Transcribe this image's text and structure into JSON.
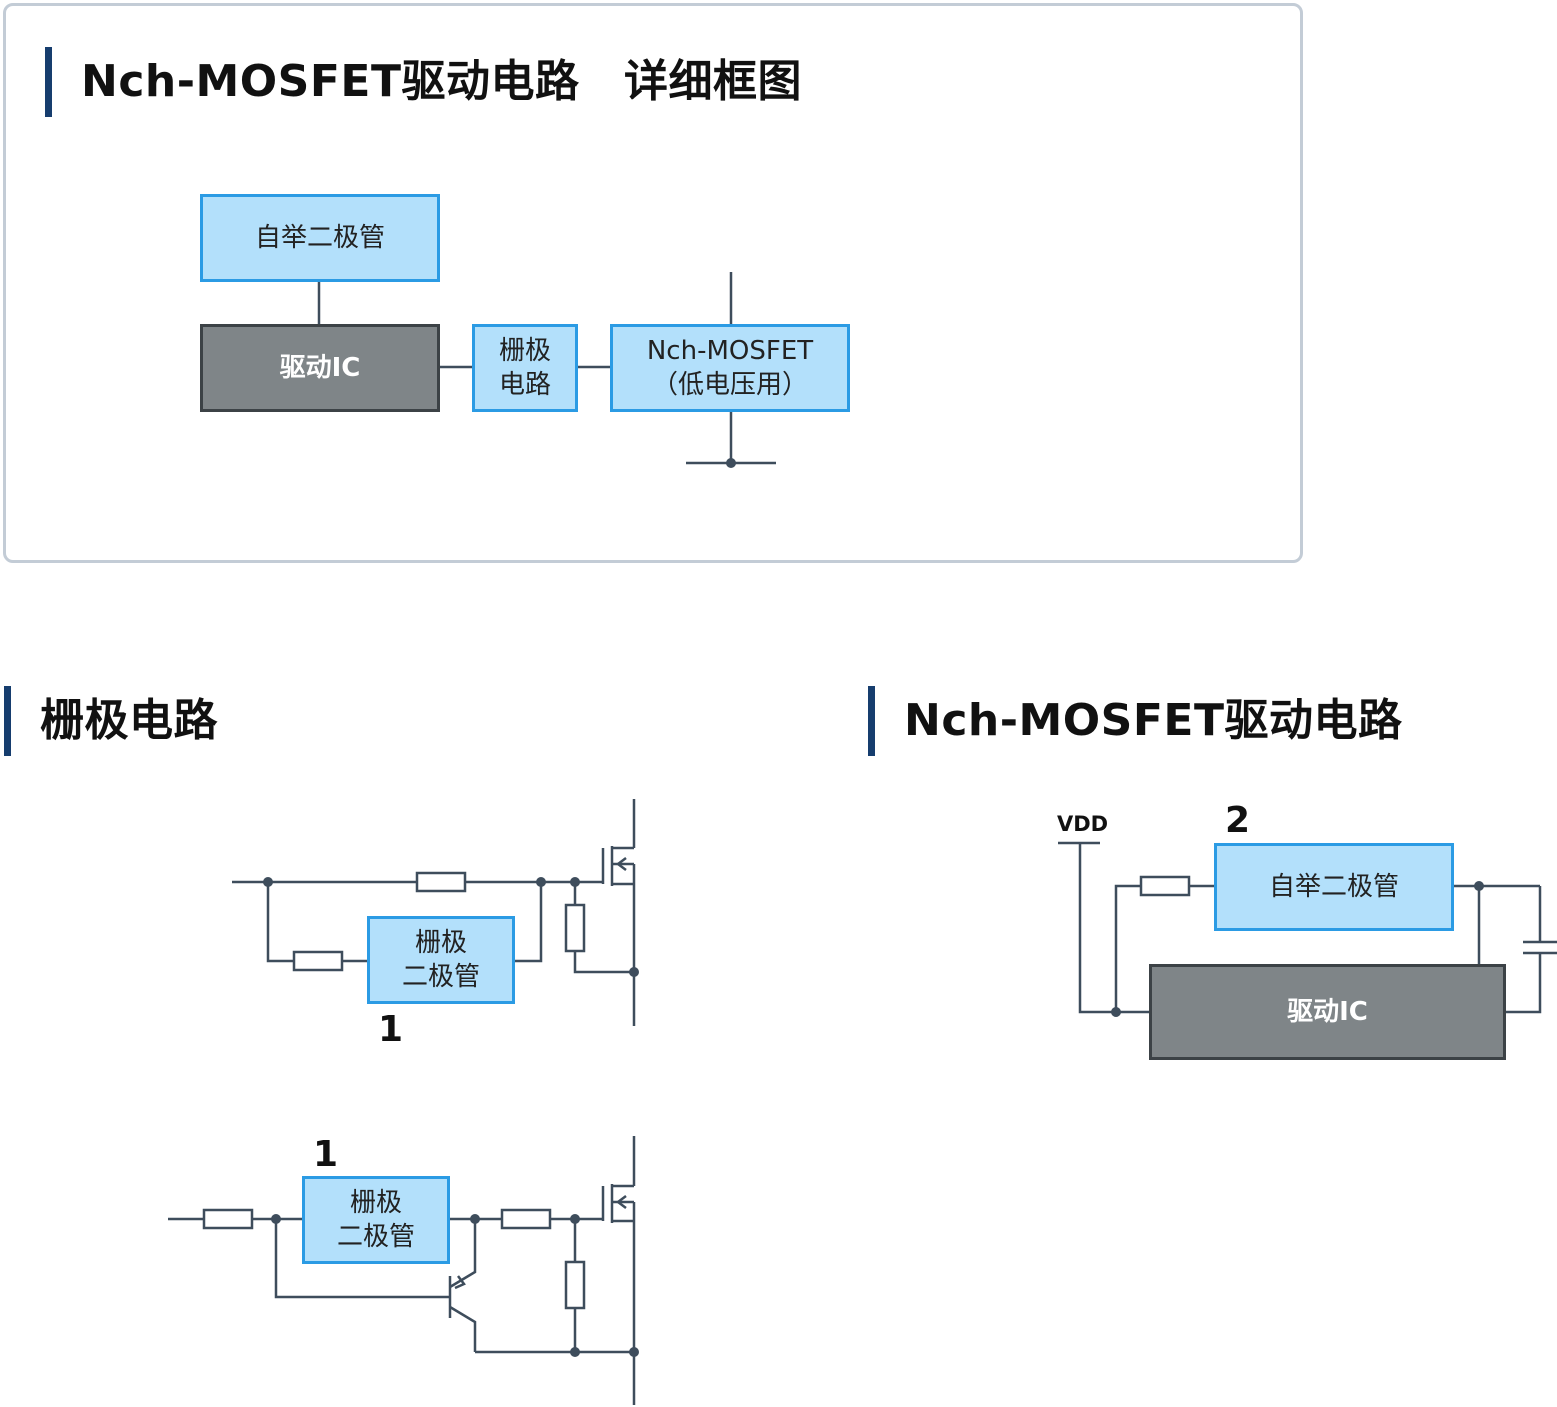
{
  "colors": {
    "accent_bar": "#163d6e",
    "light_box_fill": "#b3e0fb",
    "light_box_border": "#2b9be4",
    "dark_box_fill": "#7f8588",
    "wire": "#3e4d5c",
    "panel_border": "#c3ccd6"
  },
  "top": {
    "title": "Nch-MOSFET驱动电路　详细框图",
    "bootstrap_diode": "自举二极管",
    "driver_ic": "驱动IC",
    "gate_circuit": "栅极\n电路",
    "mosfet": "Nch-MOSFET\n（低电压用）"
  },
  "left": {
    "title": "栅极电路",
    "circuit1": {
      "gate_diode": "栅极\n二极管",
      "label": "1"
    },
    "circuit2": {
      "gate_diode": "栅极\n二极管",
      "label": "1"
    }
  },
  "right": {
    "title": "Nch-MOSFET驱动电路",
    "vdd": "VDD",
    "label": "2",
    "bootstrap_diode": "自举二极管",
    "driver_ic": "驱动IC"
  }
}
